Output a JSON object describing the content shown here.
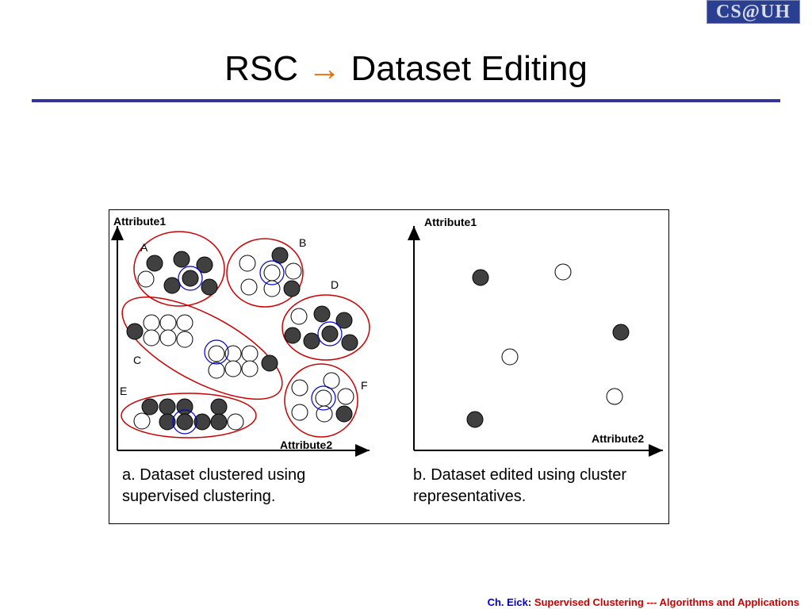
{
  "header": {
    "logo_text": "CS@UH",
    "title_left": "RSC",
    "title_arrow": "→",
    "title_right": "Dataset Editing"
  },
  "left_panel": {
    "y_axis_label": "Attribute1",
    "x_axis_label": "Attribute2",
    "cluster_labels": [
      "A",
      "B",
      "C",
      "D",
      "E",
      "F"
    ],
    "caption_line1": "a. Dataset clustered using",
    "caption_line2": "supervised clustering."
  },
  "right_panel": {
    "y_axis_label": "Attribute1",
    "x_axis_label": "Attribute2",
    "caption_line1": "b. Dataset edited using cluster",
    "caption_line2": "representatives."
  },
  "footer": {
    "author": "Ch. Eick",
    "separator": ": ",
    "course": "Supervised Clustering --- Algorithms and Applications"
  },
  "colors": {
    "title_rule": "#333399",
    "arrow": "#e46c0a",
    "cluster_outline": "#cc0000",
    "representative_ring": "#0000cc",
    "filled_point": "#404040",
    "footer_author": "#0000cc",
    "footer_course": "#cc0000"
  }
}
